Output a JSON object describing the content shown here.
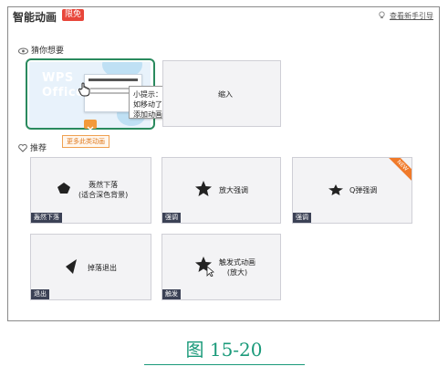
{
  "header": {
    "title": "智能动画",
    "free_badge": "限免",
    "guide_link": "查看新手引导"
  },
  "sections": {
    "guess": "猜你想要",
    "recommend": "推荐"
  },
  "preview": {
    "logo_line1": "WPS",
    "logo_line2": "Office",
    "tooltip": "小提示：添加动画后，如移动了位置，请重新添加动画",
    "more_button": "更多此类动画"
  },
  "guess_cards": [
    {
      "name": "缩入"
    }
  ],
  "recommend_cards": [
    {
      "name_line1": "轰然下落",
      "name_line2": "(适合深色背景)",
      "tag": "轰然下落"
    },
    {
      "name_line1": "放大强调",
      "name_line2": "",
      "tag": "强调"
    },
    {
      "name_line1": "Q弹强调",
      "name_line2": "",
      "tag": "强调",
      "ribbon": "NEW"
    },
    {
      "name_line1": "掉落退出",
      "name_line2": "",
      "tag": "退出"
    },
    {
      "name_line1": "触发式动画",
      "name_line2": "(放大)",
      "tag": "触发"
    }
  ],
  "caption": "图 15-20",
  "colors": {
    "accent_green": "#2a8a5e",
    "badge_red": "#e8463a",
    "orange": "#f39a3a",
    "caption_teal": "#1a9a7a",
    "tag_dark": "#3b4155"
  }
}
